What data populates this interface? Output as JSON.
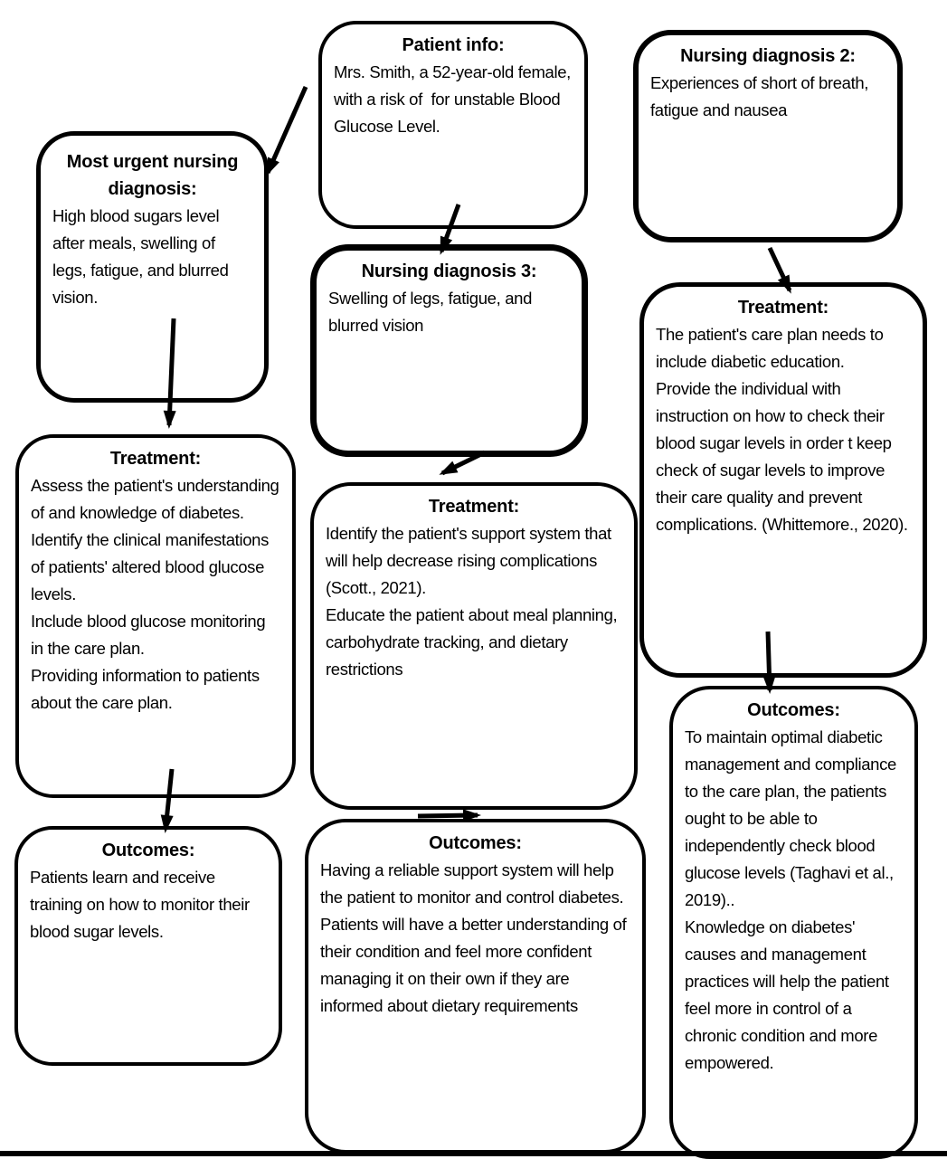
{
  "colors": {
    "ink": "#000000",
    "background": "#ffffff"
  },
  "diagram": {
    "boxes": [
      {
        "id": "patient-info",
        "title": "Patient info:",
        "body": "Mrs. Smith, a 52-year-old female, with a risk of  for unstable Blood Glucose Level."
      },
      {
        "id": "nursing-diagnosis-2",
        "title": "Nursing diagnosis 2:",
        "body": "Experiences of short of breath, fatigue and nausea"
      },
      {
        "id": "most-urgent-nursing-diagnosis",
        "title": "Most urgent nursing diagnosis:",
        "body": "High blood sugars level after meals, swelling of legs, fatigue, and blurred vision."
      },
      {
        "id": "nursing-diagnosis-3",
        "title": "Nursing diagnosis 3:",
        "body": "Swelling of legs, fatigue, and blurred vision"
      },
      {
        "id": "treatment-left",
        "title": "Treatment:",
        "body": "Assess the patient's understanding of and knowledge of diabetes.\nIdentify the clinical manifestations of patients' altered blood glucose levels.\nInclude blood glucose monitoring in the care plan.\nProviding information to patients about the care plan."
      },
      {
        "id": "treatment-middle",
        "title": "Treatment:",
        "body": "Identify the patient's support system that will help decrease rising complications (Scott., 2021).\nEducate the patient about meal planning, carbohydrate tracking, and dietary restrictions"
      },
      {
        "id": "treatment-right",
        "title": "Treatment:",
        "body": "The patient's care plan needs to include diabetic education.\nProvide the individual with instruction on how to check their blood sugar levels in order t keep check of sugar levels to improve their care quality and prevent complications. (Whittemore., 2020)."
      },
      {
        "id": "outcomes-left",
        "title": "Outcomes:",
        "body": "Patients learn and receive training on how to monitor their blood sugar levels."
      },
      {
        "id": "outcomes-middle",
        "title": "Outcomes:",
        "body": "Having a reliable support system will help the patient to monitor and control diabetes.\nPatients will have a better understanding of their condition and feel more confident managing it on their own if they are informed about dietary requirements"
      },
      {
        "id": "outcomes-right",
        "title": "Outcomes:",
        "body": "To maintain optimal diabetic management and compliance to the care plan, the patients ought to be able to independently check blood glucose levels (Taghavi et al., 2019)..\nKnowledge on diabetes' causes and management practices will help the patient feel more in control of a chronic condition and more empowered."
      }
    ]
  }
}
